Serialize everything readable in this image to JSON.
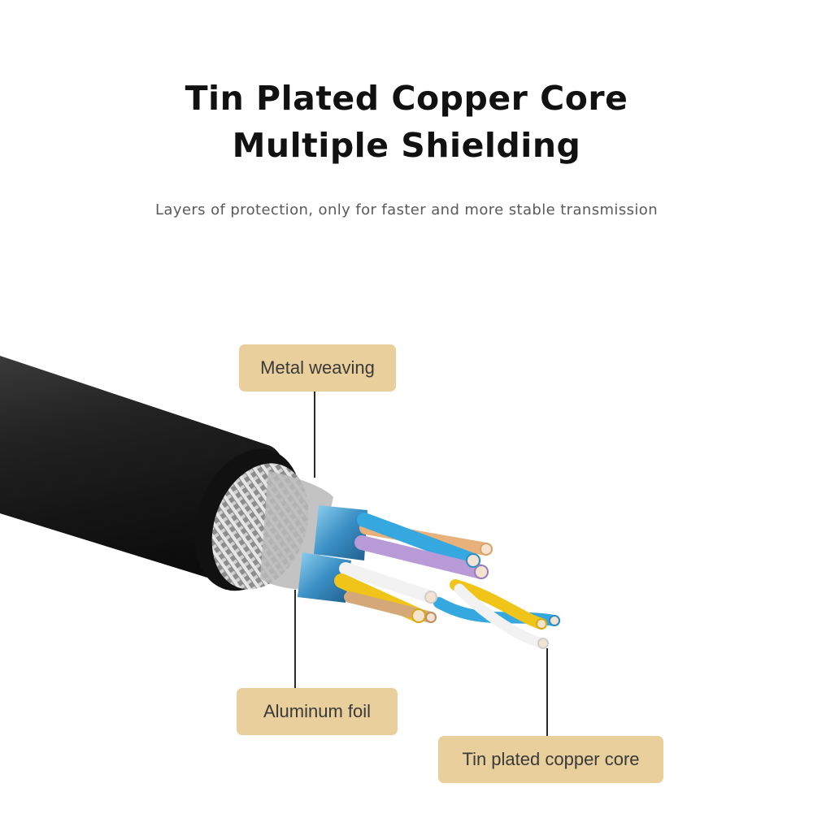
{
  "heading": {
    "line1": "Tin Plated Copper Core",
    "line2": "Multiple Shielding",
    "subtitle": "Layers of protection, only for faster and more stable transmission"
  },
  "callouts": {
    "metal_weaving": "Metal weaving",
    "aluminum_foil": "Aluminum foil",
    "copper_core": "Tin plated copper core"
  },
  "colors": {
    "label_bg": "#e8cf9c",
    "jacket": "#1c1c1c",
    "foil_blue": "#4aa3d6",
    "wire_blue": "#35a8e0",
    "wire_yellow": "#f0c419",
    "wire_purple": "#b79ad6",
    "wire_orange": "#e8b07a",
    "wire_white": "#f2f2f2"
  }
}
